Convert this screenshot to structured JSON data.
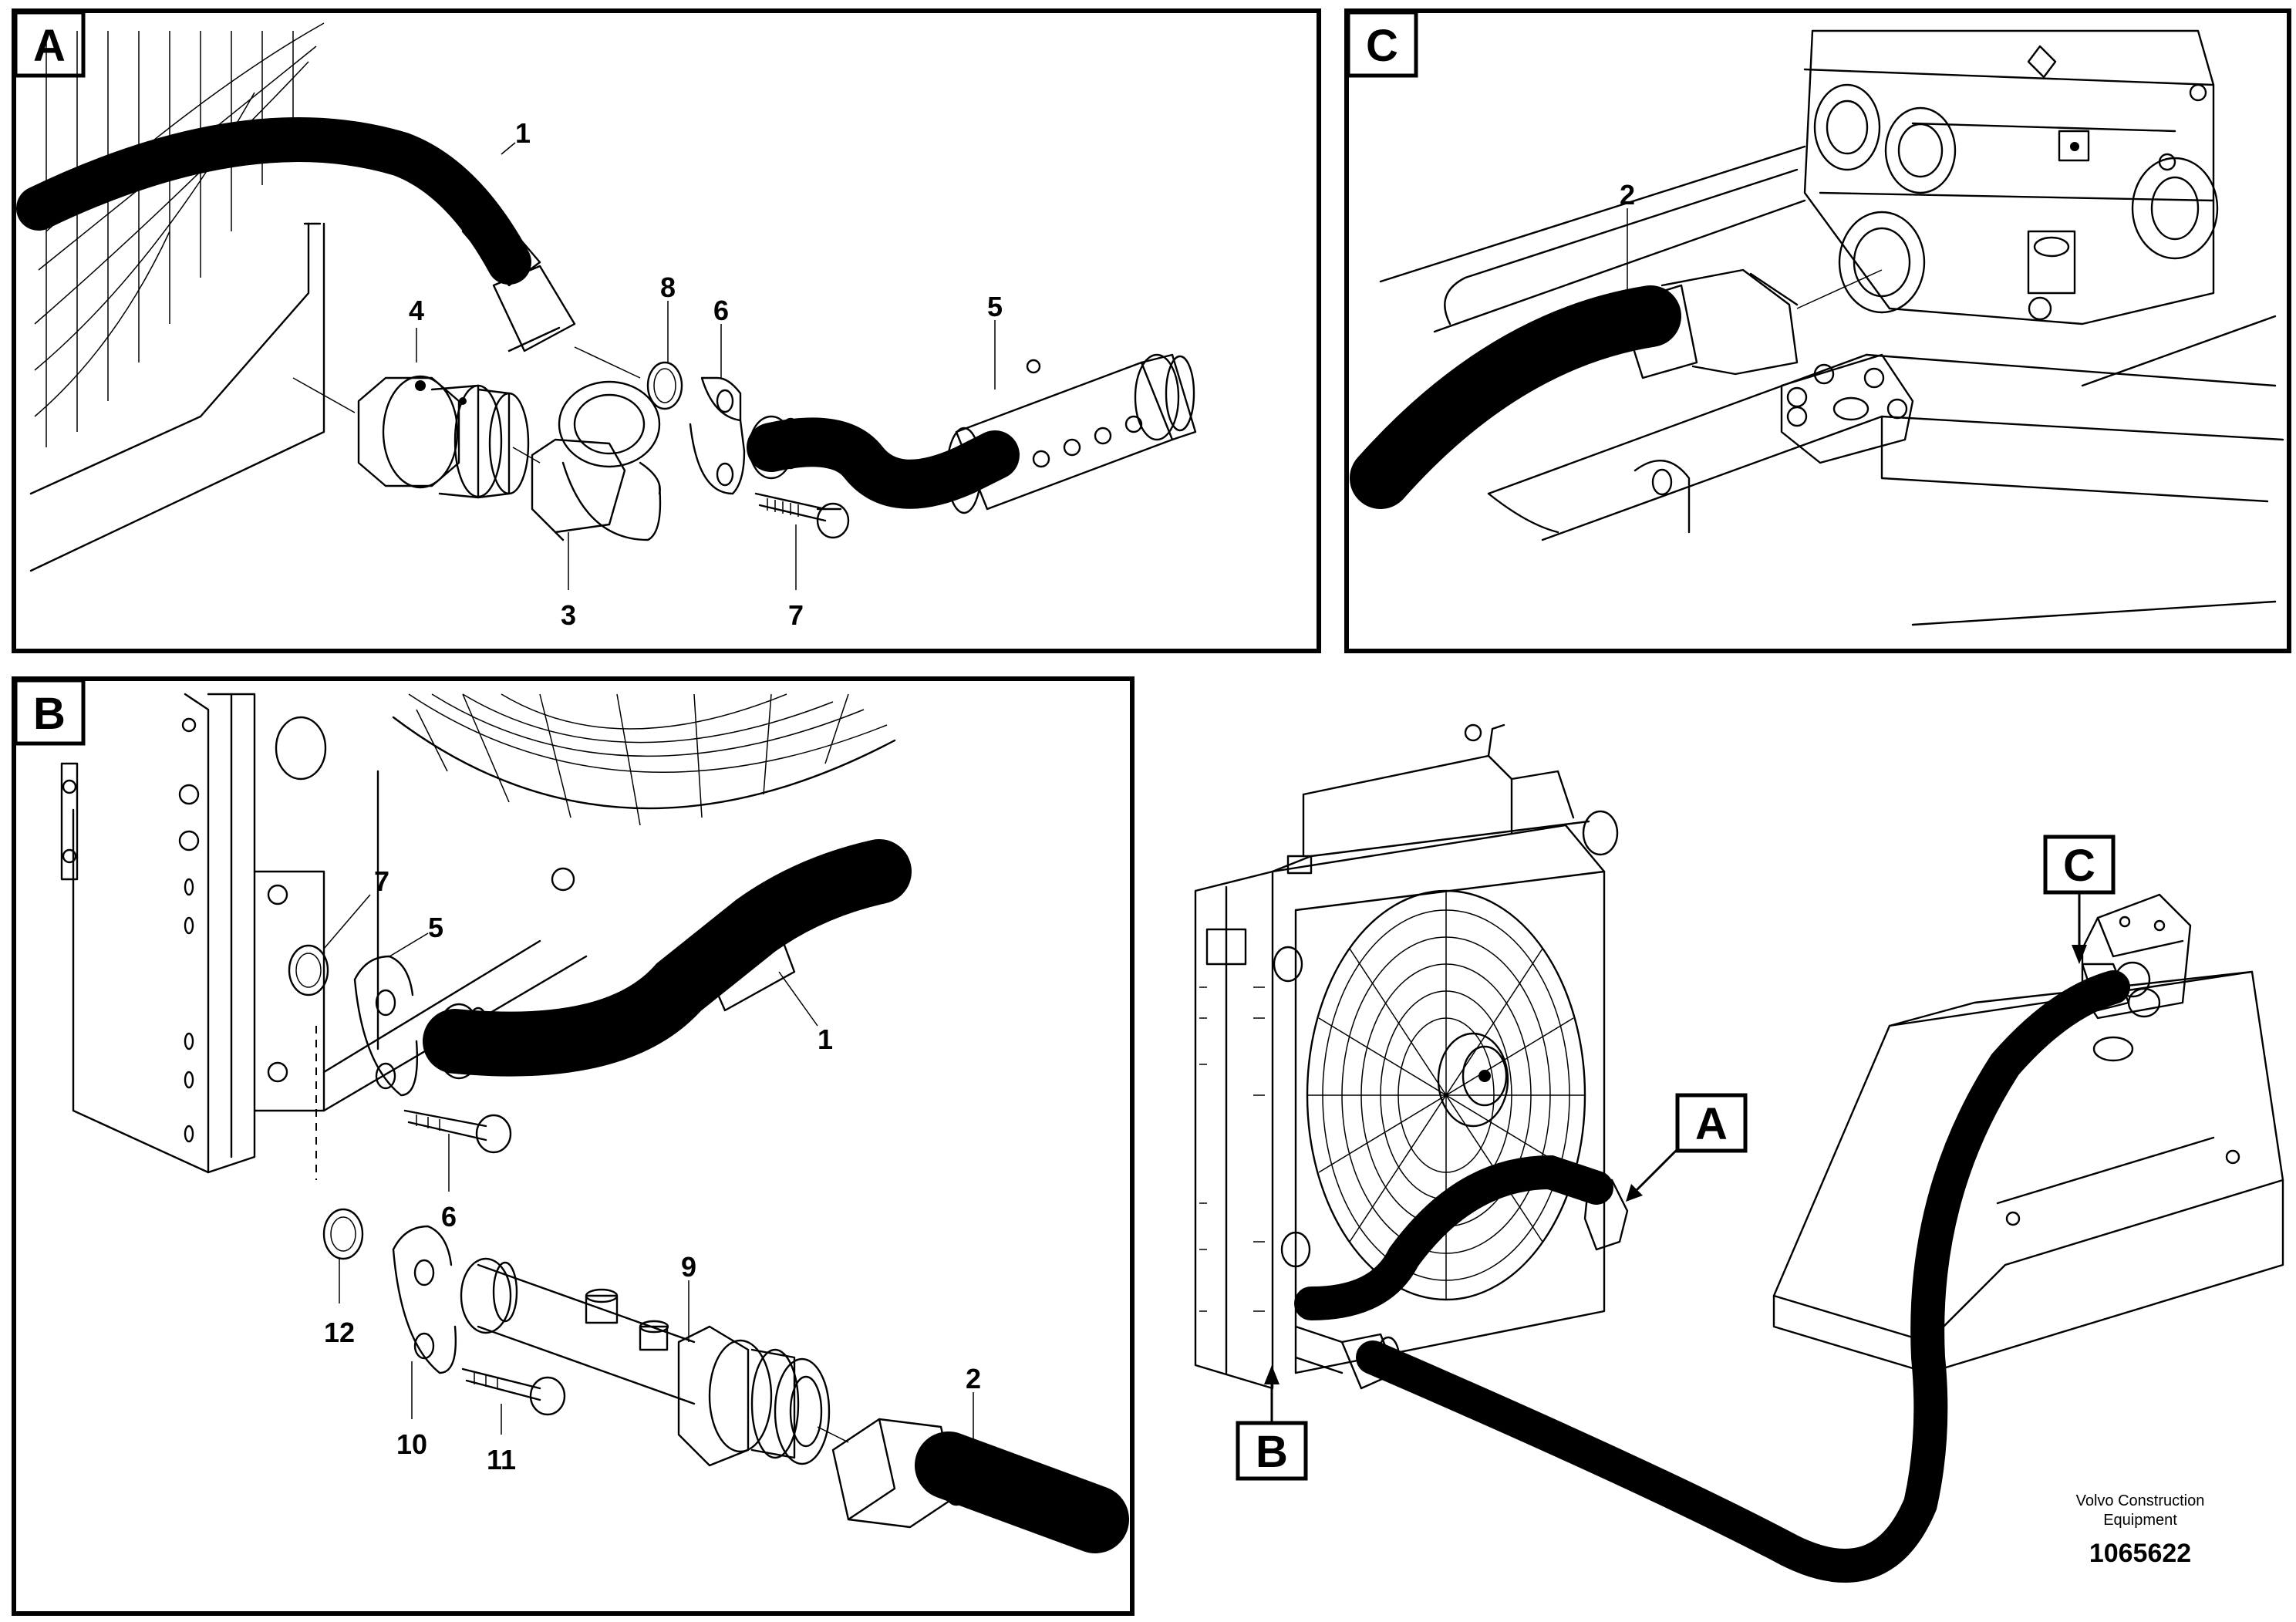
{
  "panels": {
    "A": {
      "label": "A"
    },
    "B": {
      "label": "B"
    },
    "C": {
      "label": "C"
    }
  },
  "callouts": {
    "A": "A",
    "B": "B",
    "C": "C"
  },
  "part_numbers": {
    "a1": "1",
    "a3": "3",
    "a4": "4",
    "a5": "5",
    "a6": "6",
    "a7": "7",
    "a8": "8",
    "b1": "1",
    "b2": "2",
    "b5": "5",
    "b6": "6",
    "b7": "7",
    "b9": "9",
    "b10": "10",
    "b11": "11",
    "b12": "12",
    "c2": "2"
  },
  "credit": {
    "line1": "Volvo Construction",
    "line2": "Equipment",
    "doc_number": "1065622"
  }
}
